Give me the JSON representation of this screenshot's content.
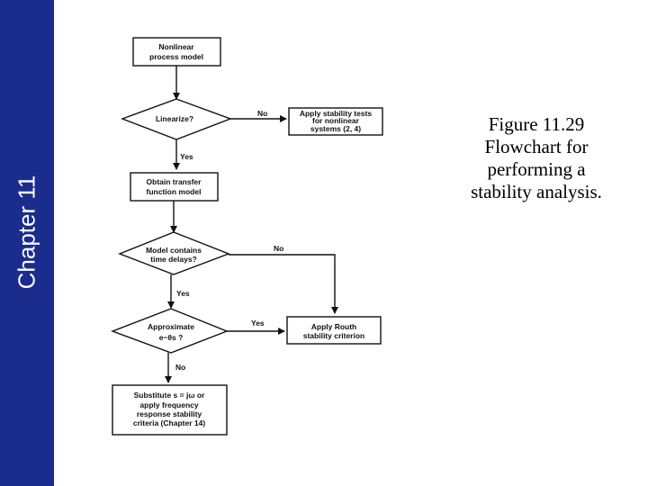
{
  "sidebar": {
    "title": "Chapter 11"
  },
  "caption": {
    "lines": [
      "Figure 11.29",
      "Flowchart for",
      "performing a",
      "stability analysis."
    ]
  },
  "flowchart": {
    "nodes": {
      "nonlinear_model": [
        "Nonlinear",
        "process model"
      ],
      "linearize": [
        "Linearize?"
      ],
      "stability_tests": [
        "Apply stability tests",
        "for nonlinear",
        "systems (2, 4)"
      ],
      "transfer_function": [
        "Obtain transfer",
        "function model"
      ],
      "time_delays": [
        "Model contains",
        "time delays?"
      ],
      "approximate": [
        "Approximate",
        "e−θs ?"
      ],
      "routh": [
        "Apply Routh",
        "stability criterion"
      ],
      "substitute": [
        "Substitute s = jω or",
        "apply frequency",
        "response stability",
        "criteria (Chapter 14)"
      ]
    },
    "edges": {
      "no": "No",
      "yes": "Yes"
    }
  }
}
